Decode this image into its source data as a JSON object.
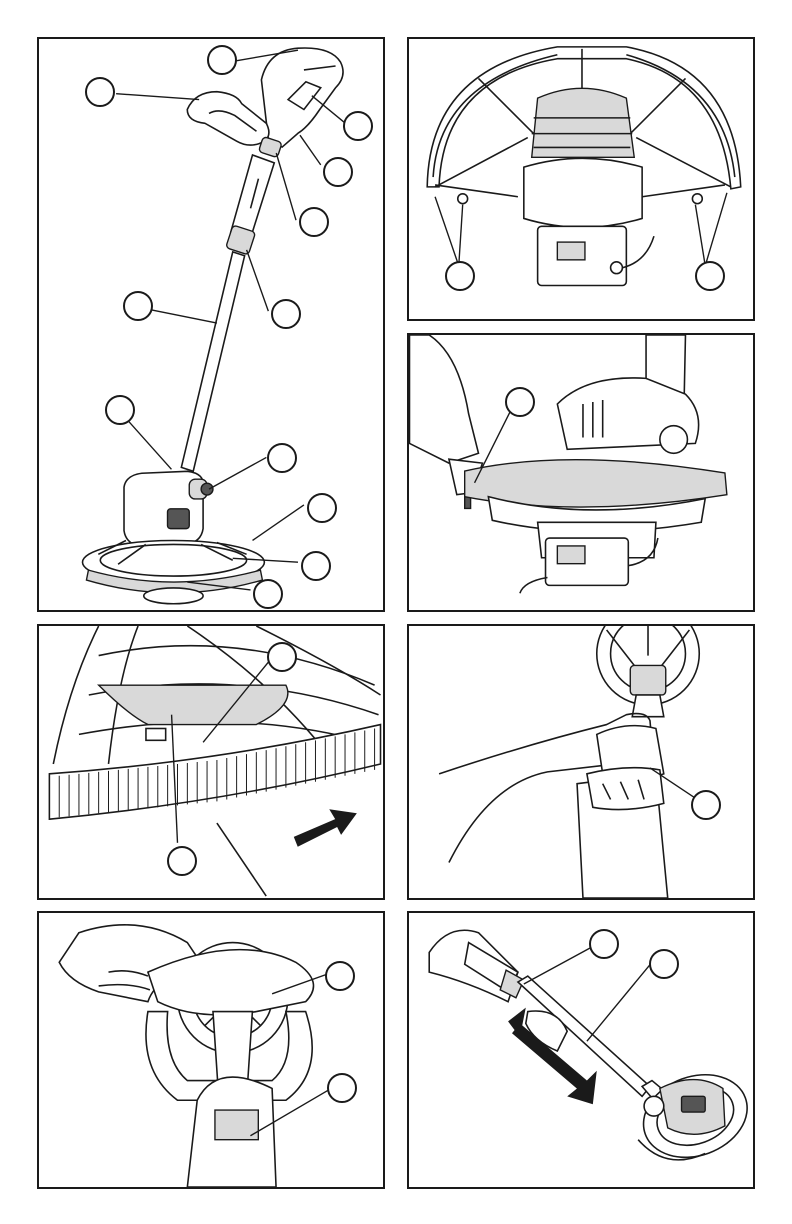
{
  "page": {
    "figures": [
      {
        "id": "a",
        "callouts": [
          "",
          "",
          "",
          "",
          "",
          "",
          "",
          "",
          "",
          "",
          "",
          "",
          ""
        ]
      },
      {
        "id": "b",
        "callouts": [
          "",
          ""
        ]
      },
      {
        "id": "c",
        "callouts": [
          ""
        ]
      },
      {
        "id": "d",
        "callouts": [
          "",
          ""
        ]
      },
      {
        "id": "e",
        "callouts": [
          ""
        ]
      },
      {
        "id": "f",
        "callouts": [
          "",
          ""
        ]
      },
      {
        "id": "g",
        "callouts": [
          "",
          ""
        ]
      }
    ]
  },
  "icons": {
    "direction_arrow": "arrow-icon",
    "double_arrow": "double-arrow-icon"
  }
}
